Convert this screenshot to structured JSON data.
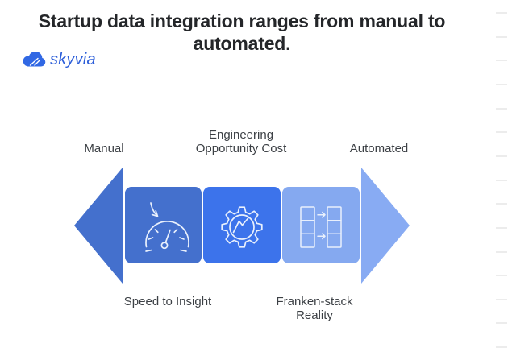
{
  "title": {
    "line1": "Startup data integration ranges from manual to",
    "line2": "automated."
  },
  "logo": {
    "icon": "skyvia-cloud-icon",
    "text": "skyvia"
  },
  "diagram": {
    "top_labels": {
      "left": "Manual",
      "center_line1": "Engineering",
      "center_line2": "Opportunity Cost",
      "right": "Automated"
    },
    "bottom_labels": {
      "left": "Speed to Insight",
      "right_line1": "Franken-stack",
      "right_line2": "Reality"
    },
    "boxes": [
      {
        "icon": "gauge-decrease-icon"
      },
      {
        "icon": "gear-chart-icon"
      },
      {
        "icon": "table-mapping-icon"
      }
    ]
  },
  "colors": {
    "title_text": "#242629",
    "label_text": "#3c4045",
    "logo_cloud": "#3168e4",
    "logo_text": "#2c5ed9",
    "arrow_left": "#4470CD",
    "box1": "#4470CD",
    "box2": "#3C73EB",
    "box3": "#85A9F0",
    "arrow_right": "#88ABF3",
    "icon_stroke": "#E9F0FC",
    "ruler_tick": "#ececec"
  },
  "ruler": {
    "tick_count": 15
  }
}
